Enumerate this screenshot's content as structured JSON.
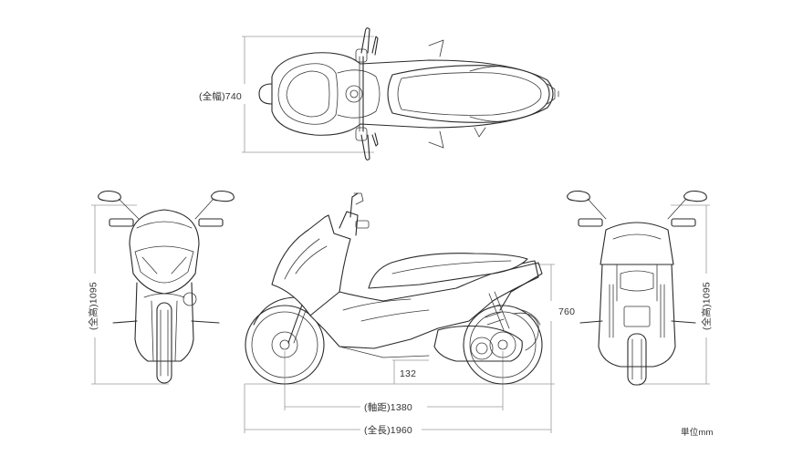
{
  "dimensions": {
    "width_label": "(全幅)740",
    "height_label_front": "(全高)1095",
    "height_label_rear": "(全高)1095",
    "seat_height": "760",
    "ground_clearance": "132",
    "wheelbase": "(軸距)1380",
    "length": "(全長)1960"
  },
  "unit": "単位mm"
}
